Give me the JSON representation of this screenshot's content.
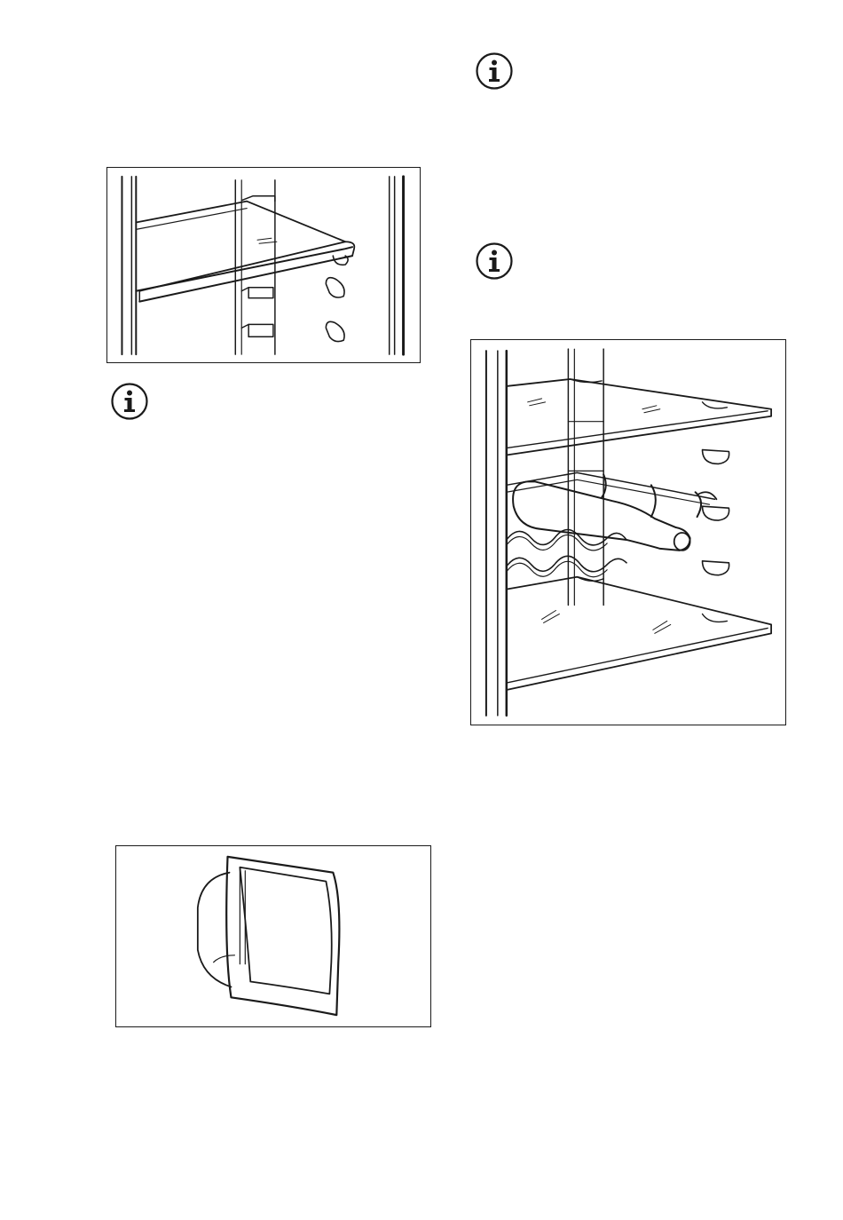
{
  "page": {
    "background": "#ffffff",
    "line_color": "#1a1a1a"
  },
  "icons": {
    "info": "info-circle-icon"
  },
  "figures": [
    {
      "name": "shelf-adjustment-illustration",
      "icon": "glass-shelf-icon"
    },
    {
      "name": "wine-rack-illustration",
      "icon": "bottle-rack-icon"
    },
    {
      "name": "fresh-zone-flap-illustration",
      "icon": "flap-cover-icon"
    }
  ]
}
